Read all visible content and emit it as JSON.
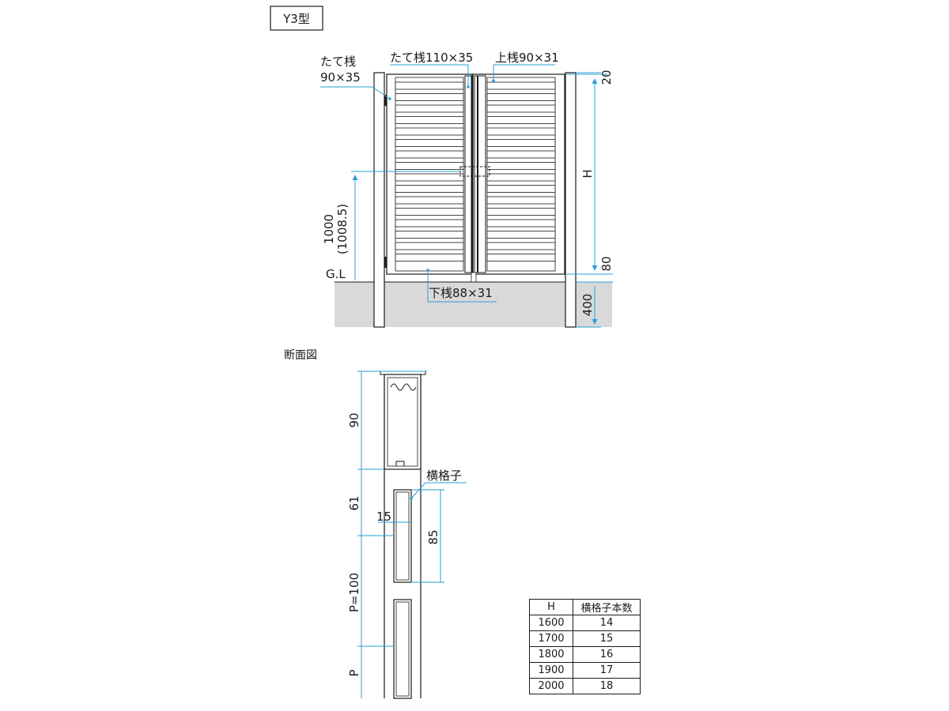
{
  "model_label": "Y3型",
  "front_view": {
    "labels": {
      "post": "たて桟\n90×35",
      "center_stile": "たて桟110×35",
      "top_rail": "上桟90×31",
      "bottom_rail": "下桟88×31",
      "ground_line": "G.L",
      "height_dim": "H",
      "top_gap": "20",
      "bottom_gap": "80",
      "embed_depth": "400",
      "handle_height": "1000",
      "handle_height_alt": "(1008.5)"
    }
  },
  "section_view": {
    "title": "断面図",
    "labels": {
      "top_rail_height": "90",
      "first_gap": "61",
      "slat_label": "横格子",
      "slat_width": "15",
      "slat_height": "85",
      "pitch": "P=100",
      "pitch_short": "P"
    }
  },
  "slat_count_table": {
    "headers": [
      "H",
      "横格子本数"
    ],
    "rows": [
      [
        "1600",
        "14"
      ],
      [
        "1700",
        "15"
      ],
      [
        "1800",
        "16"
      ],
      [
        "1900",
        "17"
      ],
      [
        "2000",
        "18"
      ]
    ]
  }
}
